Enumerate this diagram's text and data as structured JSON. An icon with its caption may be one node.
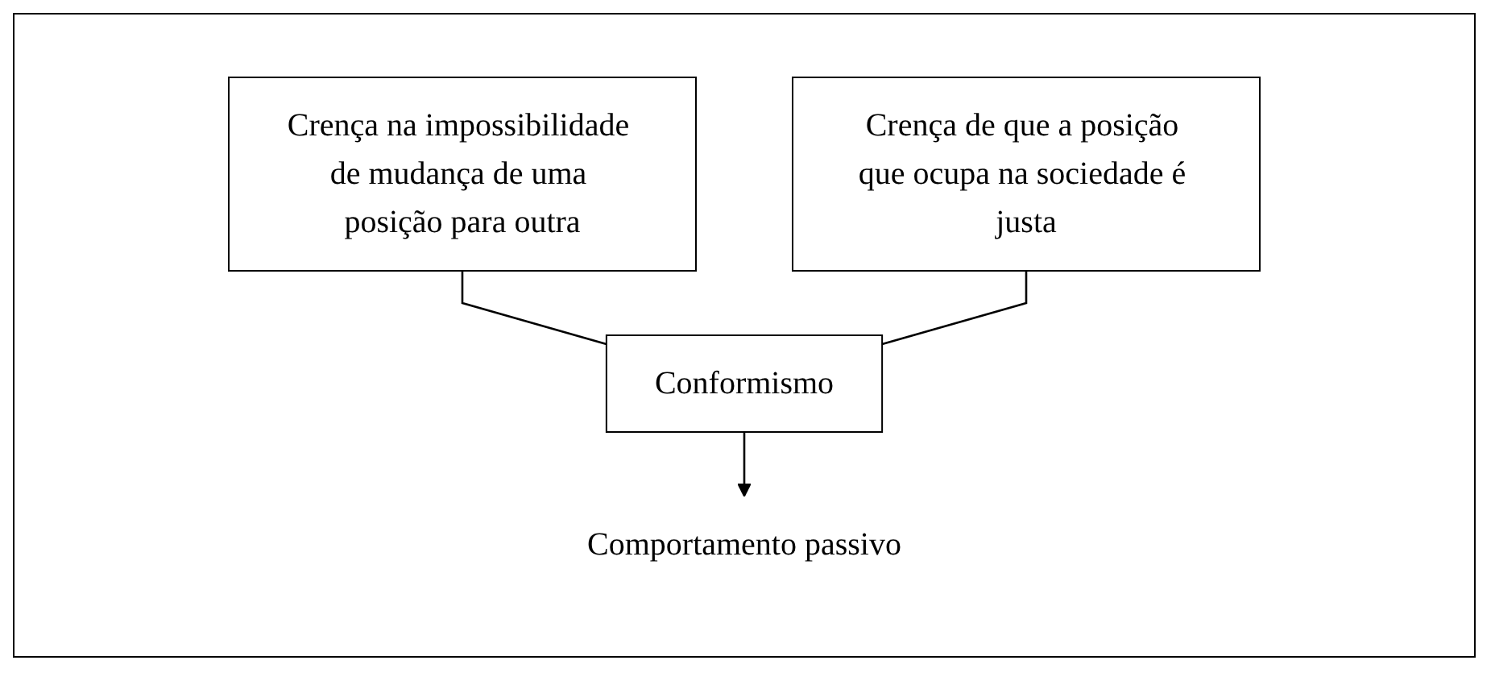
{
  "diagram": {
    "nodes": [
      {
        "text": [
          "Crença na impossibilidade de mudança de uma posição para outra"
        ]
      },
      {
        "text": [
          "Crença de que a posição que ocupa na sociedade é justa"
        ]
      },
      {
        "text": [
          "Conformismo"
        ]
      },
      {
        "text": [
          "Comportamento passivo"
        ]
      }
    ],
    "edges": [
      {
        "from": 0,
        "to": 2,
        "arrow": "none"
      },
      {
        "from": 1,
        "to": 2,
        "arrow": "none"
      },
      {
        "from": 2,
        "to": 3,
        "arrow": "to"
      }
    ]
  }
}
